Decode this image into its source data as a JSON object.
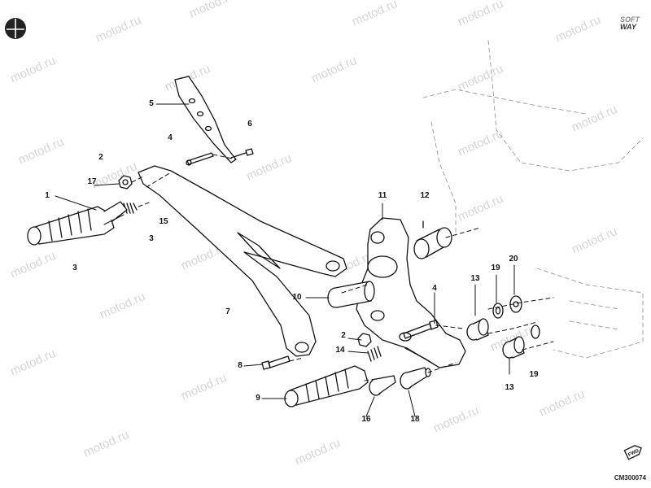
{
  "watermark": "motod.ru",
  "brand": {
    "line1": "SOFT",
    "line2": "WAY"
  },
  "fwd_label": "FWD",
  "drawing_code": "CM300074",
  "callouts": [
    {
      "id": "c5",
      "text": "5"
    },
    {
      "id": "c6",
      "text": "6"
    },
    {
      "id": "c4a",
      "text": "4"
    },
    {
      "id": "c2a",
      "text": "2"
    },
    {
      "id": "c17",
      "text": "17"
    },
    {
      "id": "c1",
      "text": "1"
    },
    {
      "id": "c15",
      "text": "15"
    },
    {
      "id": "c3a",
      "text": "3"
    },
    {
      "id": "c3b",
      "text": "3"
    },
    {
      "id": "c11",
      "text": "11"
    },
    {
      "id": "c12",
      "text": "12"
    },
    {
      "id": "c10",
      "text": "10"
    },
    {
      "id": "c4b",
      "text": "4"
    },
    {
      "id": "c13a",
      "text": "13"
    },
    {
      "id": "c19a",
      "text": "19"
    },
    {
      "id": "c20",
      "text": "20"
    },
    {
      "id": "c7",
      "text": "7"
    },
    {
      "id": "c2b",
      "text": "2"
    },
    {
      "id": "c14",
      "text": "14"
    },
    {
      "id": "c8",
      "text": "8"
    },
    {
      "id": "c9",
      "text": "9"
    },
    {
      "id": "c16",
      "text": "16"
    },
    {
      "id": "c18",
      "text": "18"
    },
    {
      "id": "c13b",
      "text": "13"
    },
    {
      "id": "c19b",
      "text": "19"
    }
  ]
}
